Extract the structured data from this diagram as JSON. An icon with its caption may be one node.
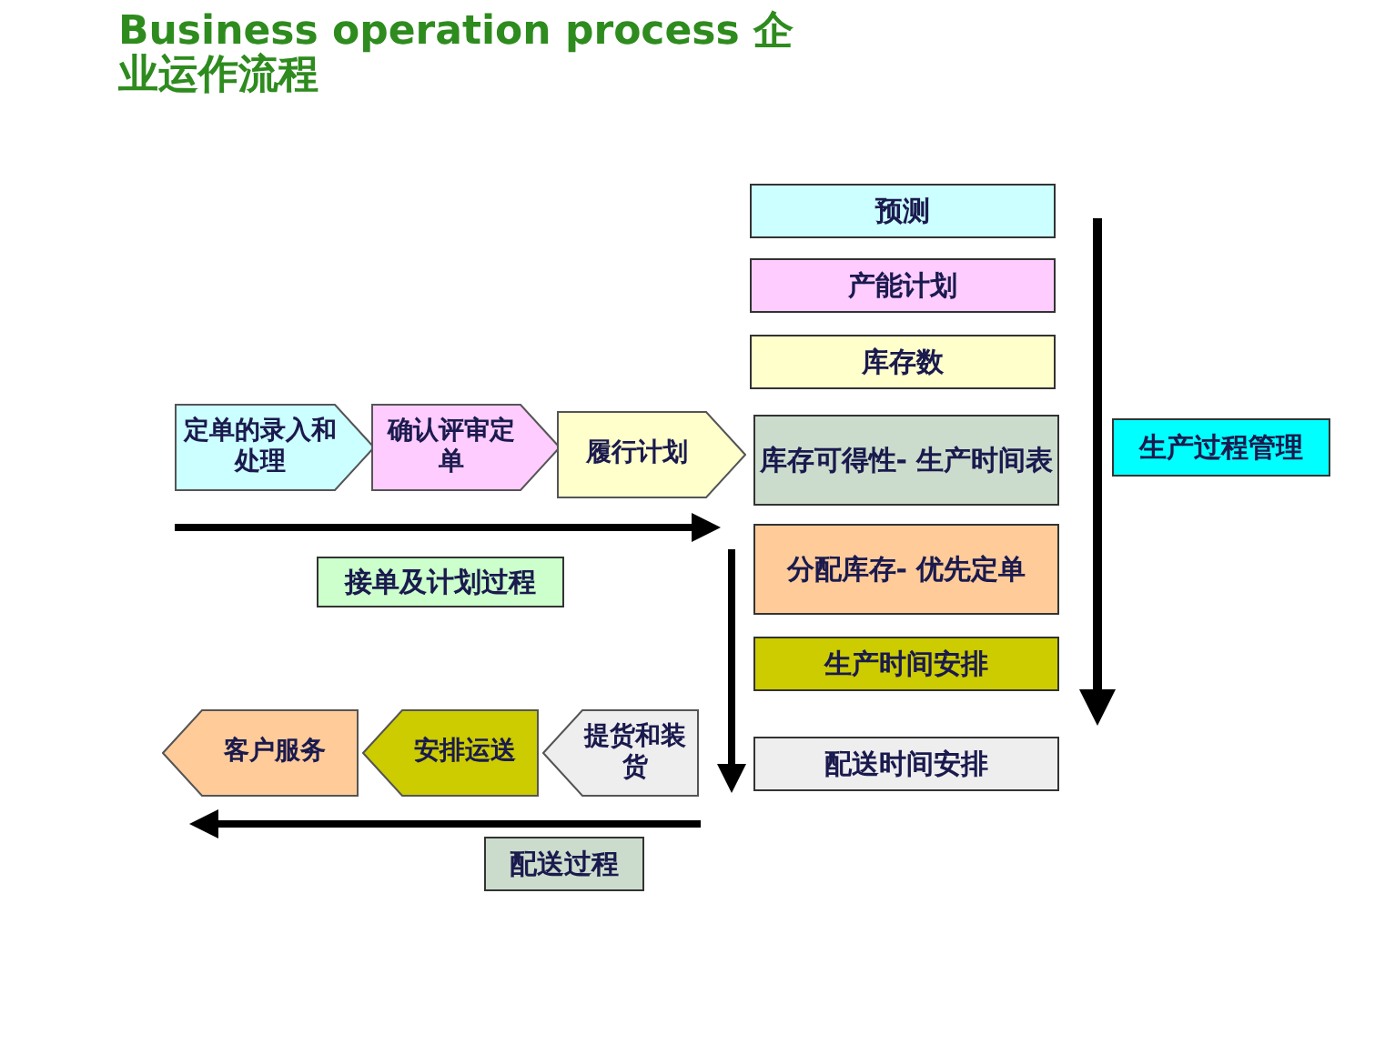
{
  "diagram": {
    "title": "Business operation process 企业运作流程",
    "nodes": [
      {
        "text": [
          "预测"
        ]
      },
      {
        "text": [
          "产能计划"
        ]
      },
      {
        "text": [
          "库存数"
        ]
      },
      {
        "text": [
          "定单的录入和处理"
        ]
      },
      {
        "text": [
          "确认评审定单"
        ]
      },
      {
        "text": [
          "履行计划"
        ]
      },
      {
        "text": [
          "库存可得性- 生产时间表"
        ]
      },
      {
        "text": [
          "生产过程管理"
        ]
      },
      {
        "text": [
          "分配库存- 优先定单"
        ]
      },
      {
        "text": [
          "接单及计划过程"
        ]
      },
      {
        "text": [
          "生产时间安排"
        ]
      },
      {
        "text": [
          "客户服务"
        ]
      },
      {
        "text": [
          "安排运送"
        ]
      },
      {
        "text": [
          "提货和装货"
        ]
      },
      {
        "text": [
          "配送时间安排"
        ]
      },
      {
        "text": [
          "配送过程"
        ]
      }
    ]
  }
}
